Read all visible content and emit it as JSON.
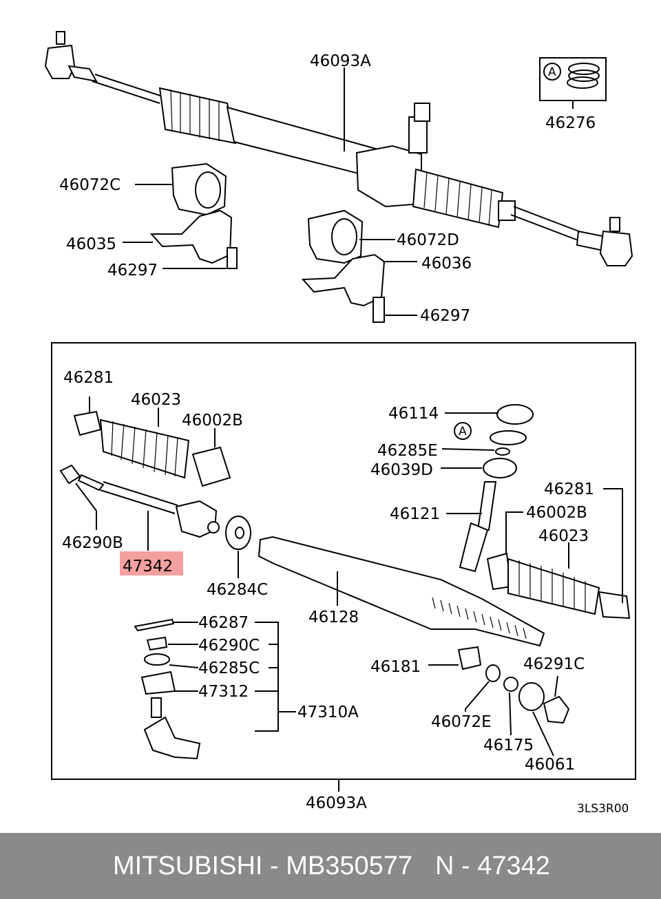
{
  "labels": {
    "top_assembly": "46093A",
    "cap": "A",
    "seal_kit": "46276",
    "bushing_left": "46072C",
    "bracket_left": "46035",
    "bolt_left": "46297",
    "bushing_right": "46072D",
    "bracket_right": "46036",
    "bolt_right": "46297",
    "clamp_left": "46281",
    "boot_left": "46023",
    "band_left": "46002B",
    "nut_left": "46290B",
    "tie_rod": "47342",
    "washer": "46284C",
    "rack": "46128",
    "cover": "46114",
    "cap_mid": "A",
    "ring": "46285E",
    "seal": "46039D",
    "pinion": "46121",
    "clamp_right": "46281",
    "band_right": "46002B",
    "boot_right": "46023",
    "cotter": "46287",
    "castle_nut": "46290C",
    "lock_washer": "46285C",
    "dust_boot": "47312",
    "tie_rod_end": "47310A",
    "rack_guide": "46181",
    "spring_seat": "46072E",
    "spring": "46175",
    "plug": "46061",
    "lock_nut": "46291C",
    "bottom_assembly": "46093A",
    "diagram_code": "3LS3R00"
  },
  "highlight_color": "#f4a0a0",
  "footer": {
    "brand_part": "MITSUBISHI - MB350577",
    "ref": "N - 47342"
  }
}
